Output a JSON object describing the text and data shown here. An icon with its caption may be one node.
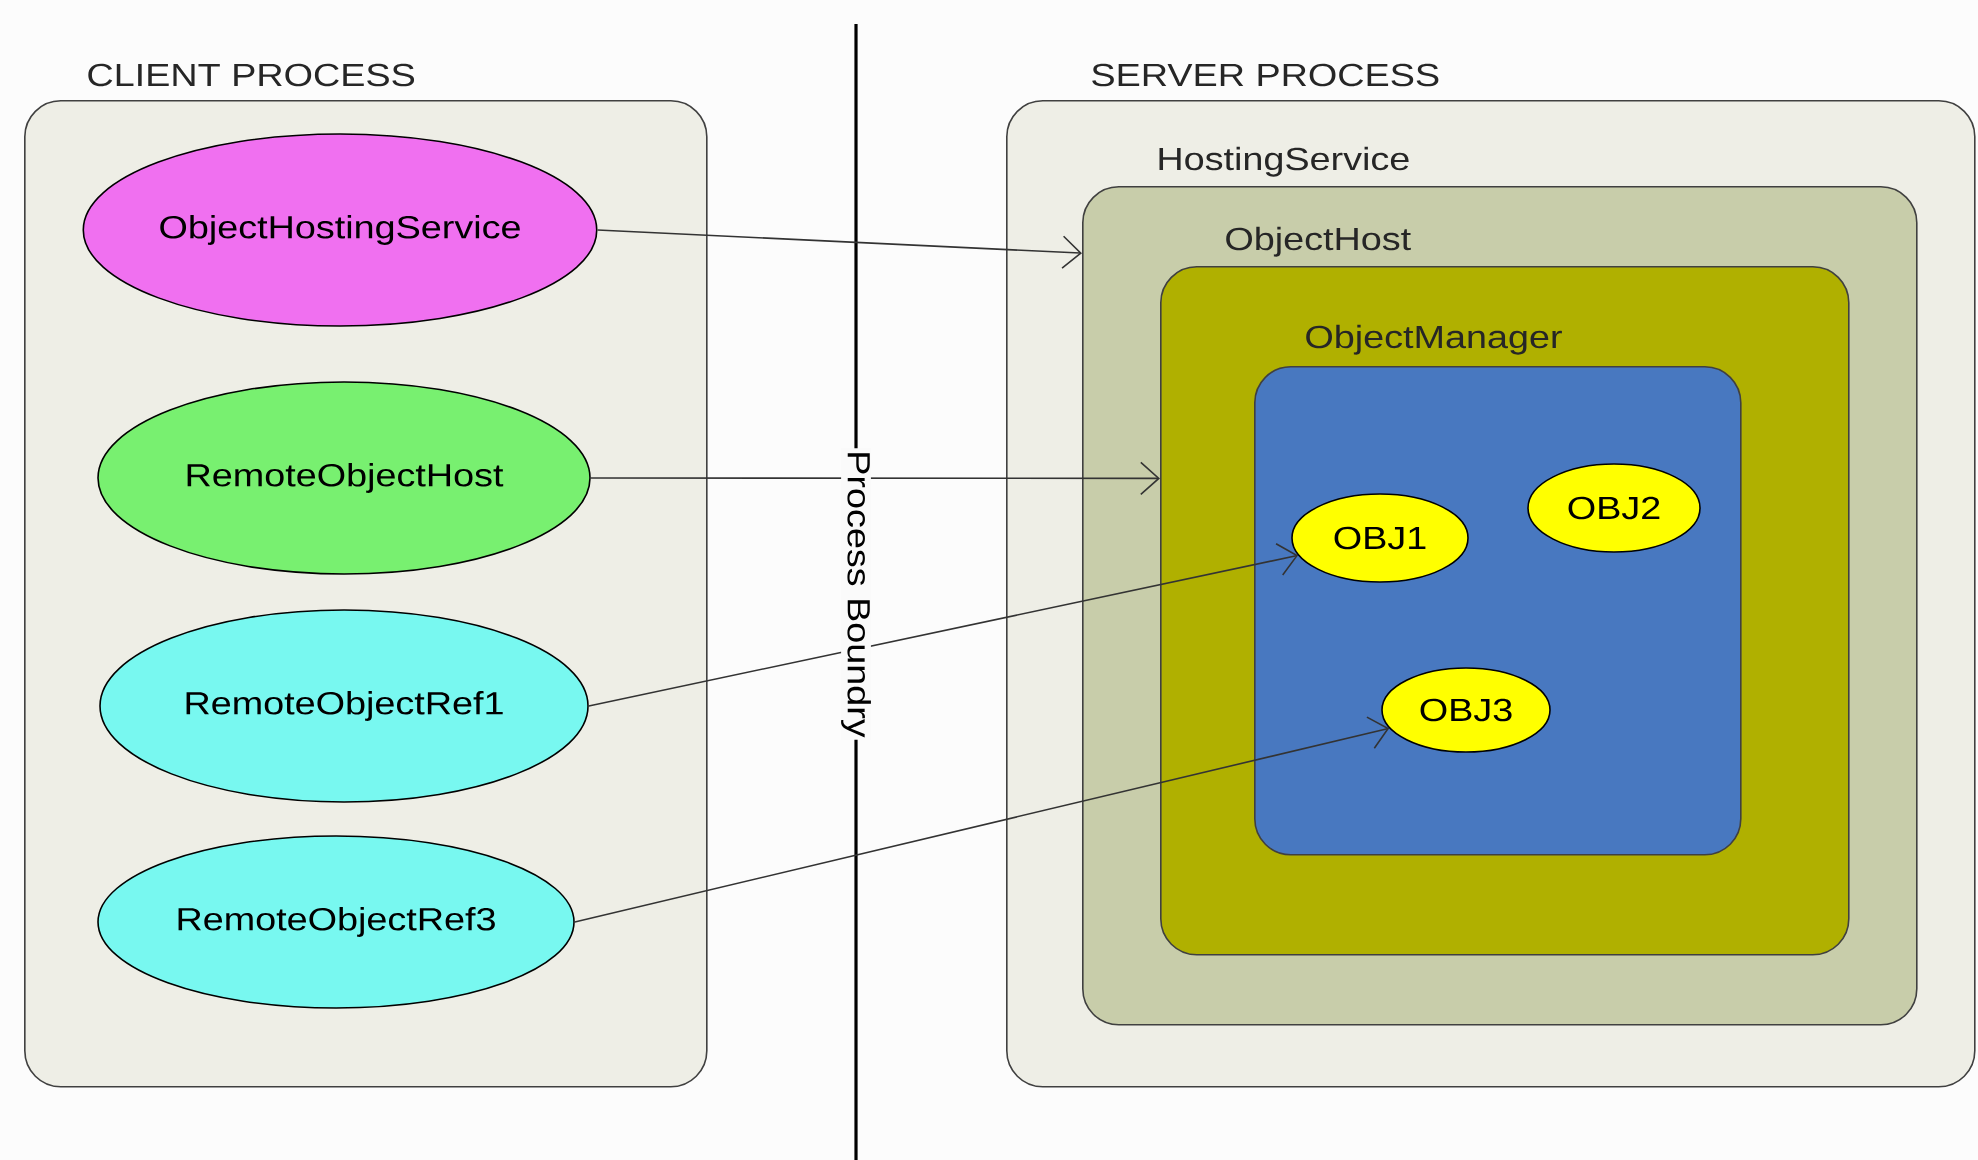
{
  "diagram": {
    "nodes": [
      {
        "text": [
          "CLIENT PROCESS"
        ]
      },
      {
        "text": [
          "ObjectHostingService"
        ],
        "in": 0
      },
      {
        "text": [
          "RemoteObjectHost"
        ],
        "in": 0
      },
      {
        "text": [
          "RemoteObjectRef1"
        ],
        "in": 0
      },
      {
        "text": [
          "RemoteObjectRef3"
        ],
        "in": 0
      },
      {
        "text": [
          "SERVER PROCESS"
        ]
      },
      {
        "text": [
          "HostingService"
        ],
        "in": 5
      },
      {
        "text": [
          "ObjectHost"
        ],
        "in": 6
      },
      {
        "text": [
          "ObjectManager"
        ],
        "in": 7
      },
      {
        "text": [
          "OBJ1"
        ],
        "in": 8
      },
      {
        "text": [
          "OBJ2"
        ],
        "in": 8
      },
      {
        "text": [
          "OBJ3"
        ],
        "in": 8
      }
    ],
    "edges": [
      {
        "from": 1,
        "to": 6,
        "arrow": "to"
      },
      {
        "from": 2,
        "to": 7,
        "arrow": "to"
      },
      {
        "from": 3,
        "to": 9,
        "arrow": "to"
      },
      {
        "from": 4,
        "to": 11,
        "arrow": "to"
      }
    ],
    "labels": [
      "Process Boundry"
    ]
  }
}
